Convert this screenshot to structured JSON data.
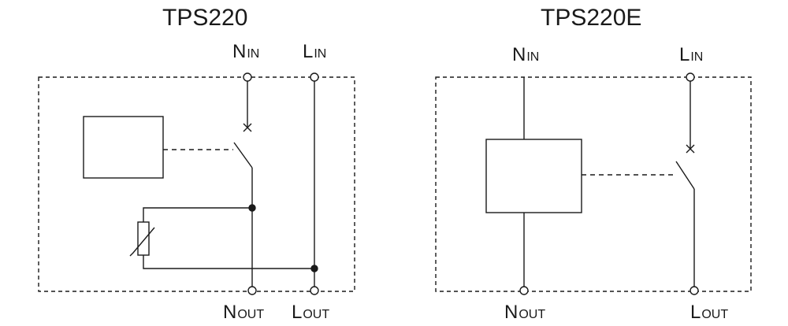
{
  "diagrams": [
    {
      "title": "TPS220",
      "terminals": {
        "n_in": {
          "letter": "N",
          "suffix": "IN"
        },
        "l_in": {
          "letter": "L",
          "suffix": "IN"
        },
        "n_out": {
          "letter": "N",
          "suffix": "OUT"
        },
        "l_out": {
          "letter": "L",
          "suffix": "OUT"
        }
      }
    },
    {
      "title": "TPS220E",
      "terminals": {
        "n_in": {
          "letter": "N",
          "suffix": "IN"
        },
        "l_in": {
          "letter": "L",
          "suffix": "IN"
        },
        "n_out": {
          "letter": "N",
          "suffix": "OUT"
        },
        "l_out": {
          "letter": "L",
          "suffix": "OUT"
        }
      }
    }
  ],
  "colors": {
    "stroke": "#1a1a1a",
    "background": "#ffffff"
  }
}
